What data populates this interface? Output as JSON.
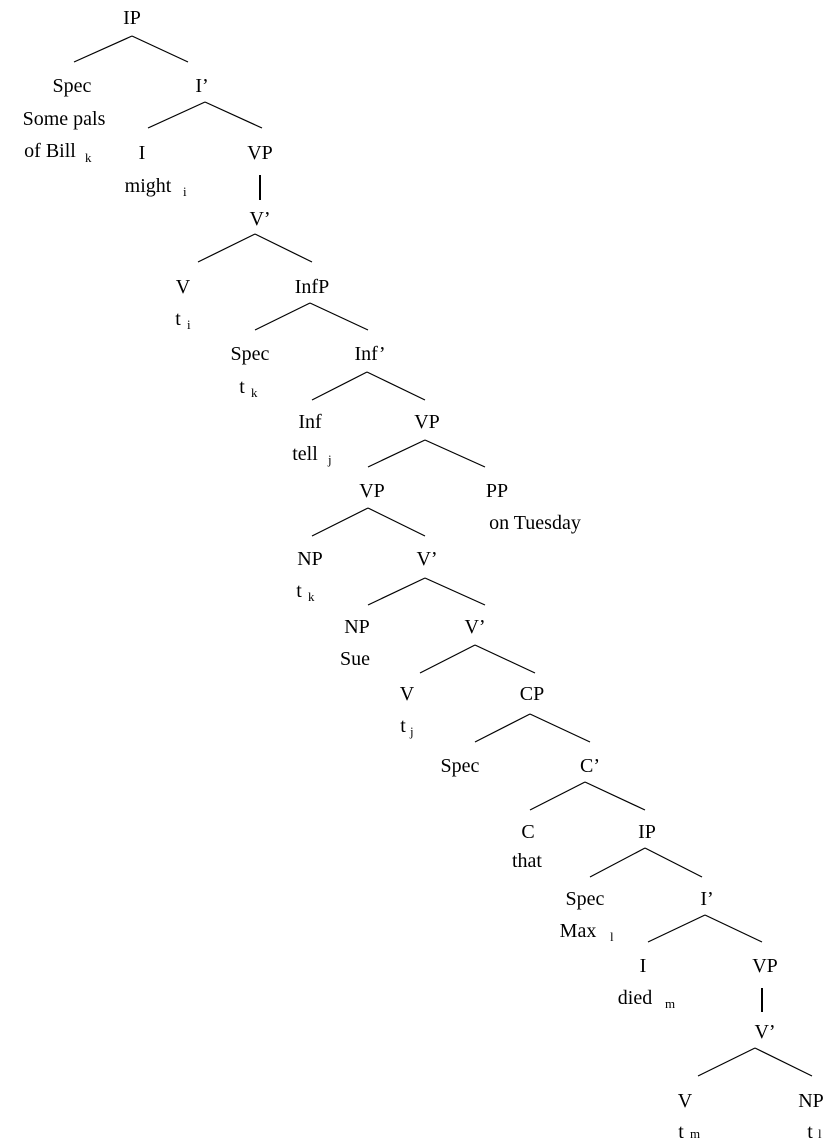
{
  "tree": {
    "labels": {
      "ip1": "IP",
      "spec1": "Spec",
      "some_pals": "Some pals",
      "of_bill": "of Bill",
      "ibar1": "I’",
      "i1": "I",
      "might": "might",
      "vp1": "VP",
      "vbar1": "V’",
      "v1": "V",
      "t_i": "t",
      "infp": "InfP",
      "spec2": "Spec",
      "t_k1": "t",
      "infbar": "Inf’",
      "inf": "Inf",
      "tell": "tell",
      "vp2": "VP",
      "vp3": "VP",
      "pp": "PP",
      "on_tuesday": "on Tuesday",
      "np1": "NP",
      "t_k2": "t",
      "vbar2": "V’",
      "np2": "NP",
      "sue": "Sue",
      "vbar3": "V’",
      "v2": "V",
      "t_j": "t",
      "cp": "CP",
      "spec3": "Spec",
      "cbar": "C’",
      "c": "C",
      "that": "that",
      "ip2": "IP",
      "spec4": "Spec",
      "max": "Max",
      "ibar2": "I’",
      "i2": "I",
      "died": "died",
      "vp4": "VP",
      "vbar4": "V’",
      "v3": "V",
      "t_m": "t",
      "np3": "NP",
      "t_l": "t"
    },
    "indices": {
      "of_bill": "k",
      "might": "i",
      "t_i": "i",
      "t_k1": "k",
      "tell": "j",
      "t_k2": "k",
      "t_j": "j",
      "max": "l",
      "died": "m",
      "t_m": "m",
      "t_l": "l"
    }
  }
}
